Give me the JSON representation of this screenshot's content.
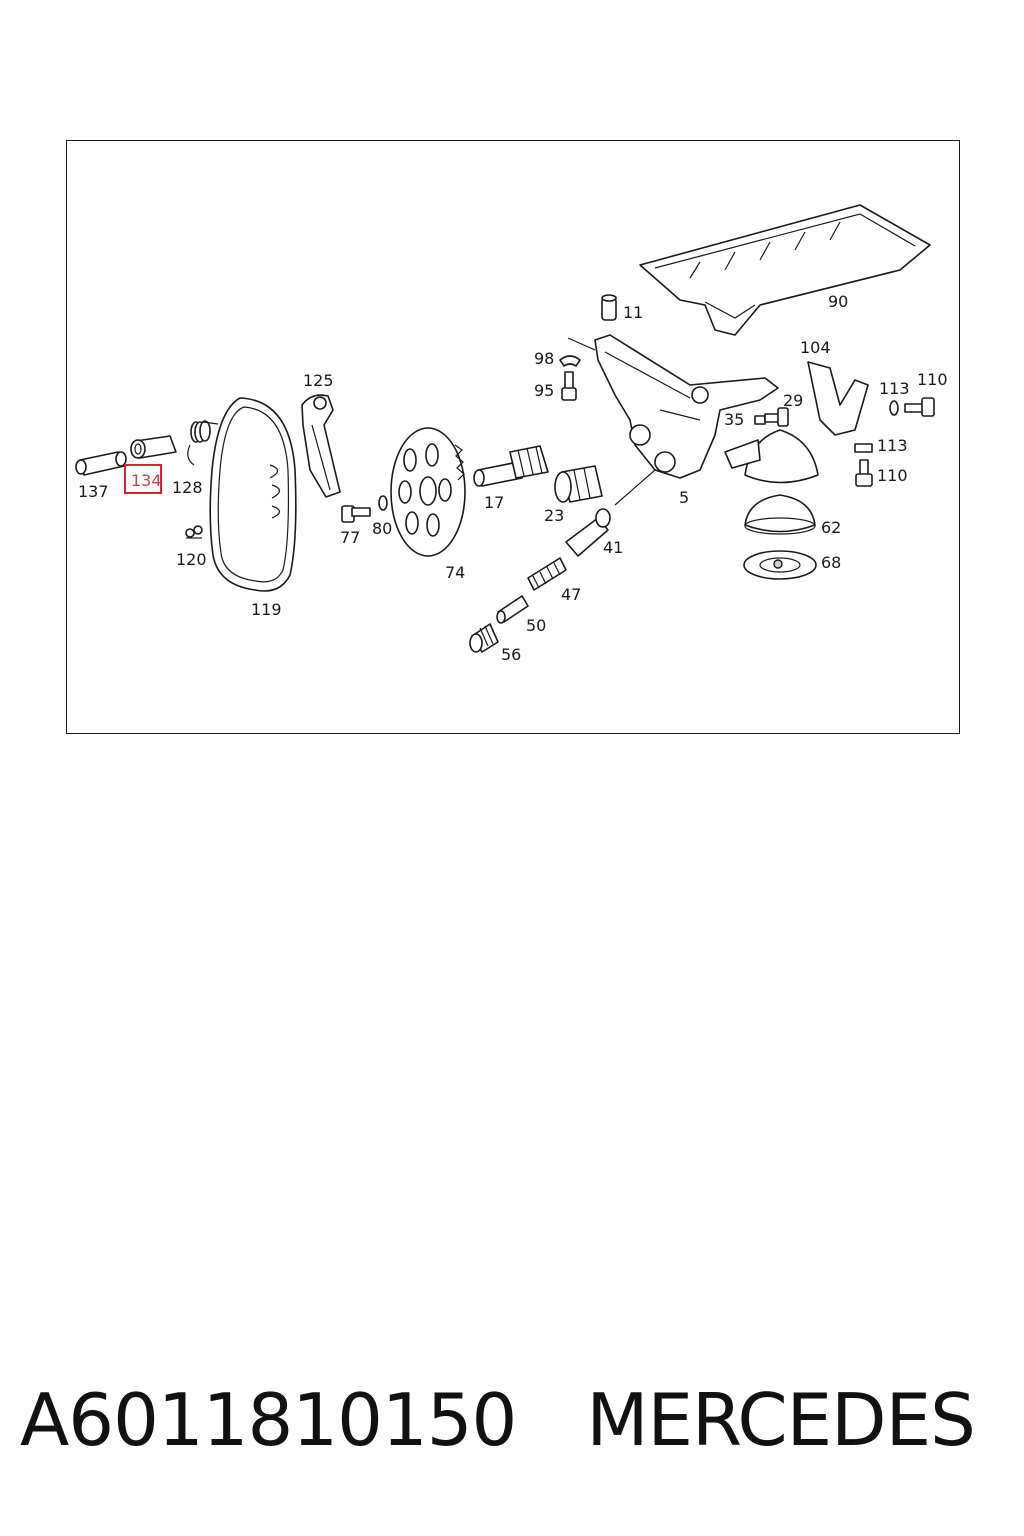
{
  "diagram": {
    "highlighted_label": "134",
    "labels": {
      "l90": "90",
      "l11": "11",
      "l98": "98",
      "l95": "95",
      "l104": "104",
      "l113a": "113",
      "l110a": "110",
      "l35": "35",
      "l29": "29",
      "l113b": "113",
      "l110b": "110",
      "l125": "125",
      "l137": "137",
      "l128": "128",
      "l120": "120",
      "l119": "119",
      "l77": "77",
      "l80": "80",
      "l74": "74",
      "l17": "17",
      "l23": "23",
      "l5": "5",
      "l41": "41",
      "l62": "62",
      "l68": "68",
      "l47": "47",
      "l50": "50",
      "l56": "56"
    }
  },
  "footer": {
    "part_number": "A6011810150",
    "brand": "MERCEDES"
  },
  "colors": {
    "highlight": "#d9242f",
    "line": "#1a1a1a"
  }
}
